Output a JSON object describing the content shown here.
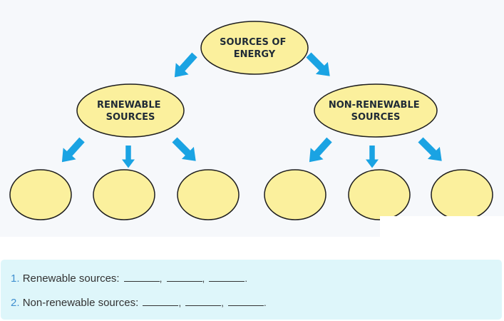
{
  "diagram": {
    "root": [
      "SOURCES OF",
      "ENERGY"
    ],
    "left_branch": [
      "RENEWABLE",
      "SOURCES"
    ],
    "right_branch": [
      "NON-RENEWABLE",
      "SOURCES"
    ],
    "colors": {
      "node_fill": "#fbf09d",
      "node_stroke": "#1e1e1e",
      "arrow": "#1aa3e3",
      "background": "#f6f8fb"
    }
  },
  "exercise": {
    "q1_number": "1.",
    "q1_label": "Renewable sources:",
    "q2_number": "2.",
    "q2_label": "Non-renewable sources:",
    "separator": ",",
    "end": "."
  }
}
